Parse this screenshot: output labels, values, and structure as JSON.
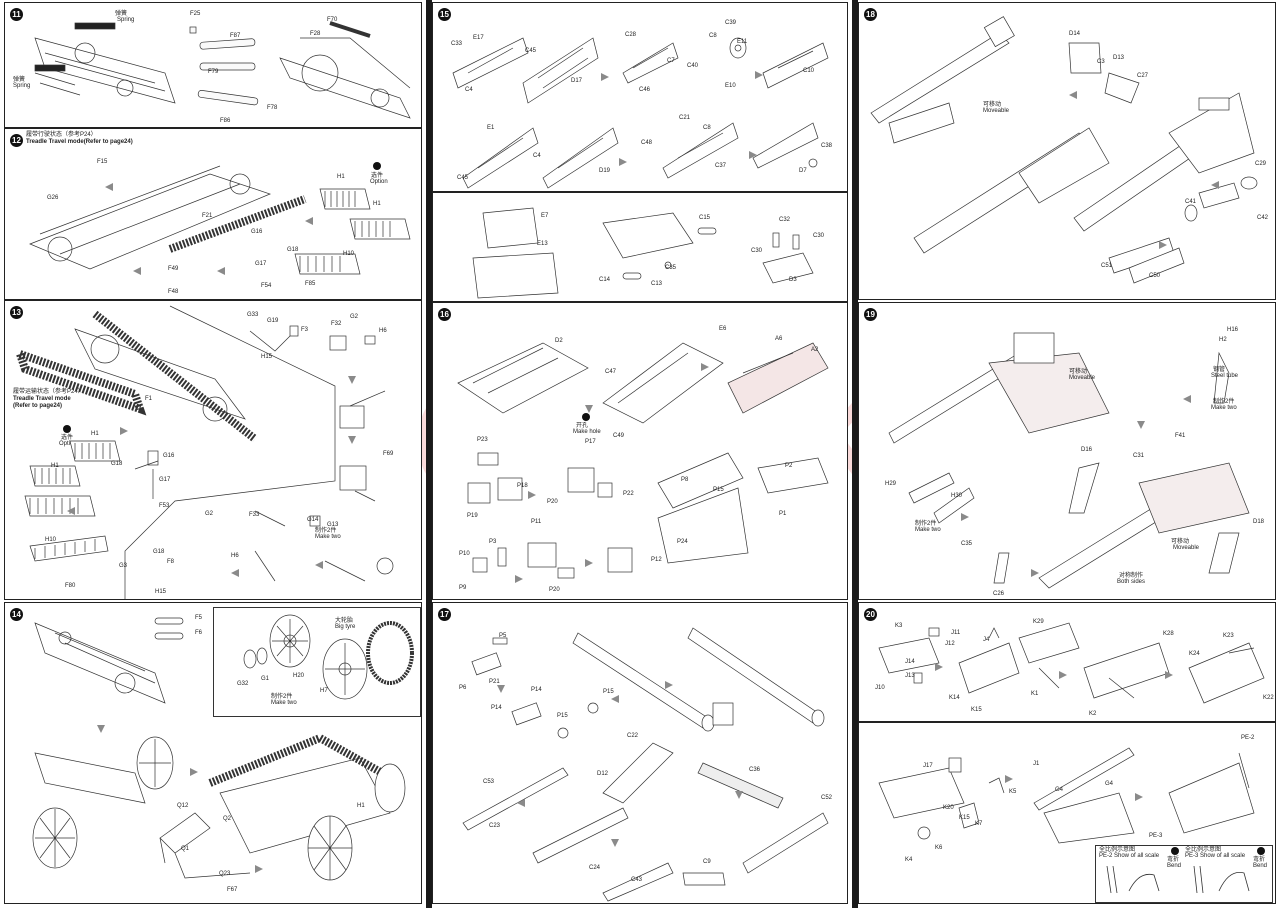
{
  "watermark": "modelarikit.cz",
  "steps": [
    {
      "num": "11",
      "labels": [
        "Spring",
        "Spring",
        "F25",
        "F87",
        "F79",
        "F78",
        "F86",
        "F28",
        "F70"
      ],
      "zh": [
        "弹簧",
        "弹簧"
      ]
    },
    {
      "num": "12",
      "caption_zh": "履带行驶状态（参考P24）",
      "caption": "Treadle Travel mode(Refer to page24)",
      "option": "Option",
      "option_zh": "选件",
      "labels": [
        "F15",
        "G26",
        "F21",
        "G16",
        "G18",
        "G17",
        "F54",
        "F49",
        "F48",
        "H1",
        "H1",
        "H10",
        "F85"
      ]
    },
    {
      "num": "13",
      "caption_zh": "履带运输状态（参考P24）",
      "caption": "Treadle Travel mode",
      "caption2": "(Refer to page24)",
      "option": "Option",
      "option_zh": "选件",
      "labels": [
        "G33",
        "G19",
        "F3",
        "H15",
        "G2",
        "H6",
        "F32",
        "F69",
        "F1",
        "H1",
        "H1",
        "G16",
        "G18",
        "G17",
        "F53",
        "G2",
        "F33",
        "H6",
        "G14",
        "G13",
        "G18",
        "G3",
        "F8",
        "H15",
        "H10",
        "F80"
      ],
      "make_two": "Make two",
      "make_two_zh": "制作2件"
    },
    {
      "num": "14",
      "labels": [
        "F5",
        "F6",
        "G32",
        "G1",
        "H20",
        "H7",
        "Q12",
        "Q2",
        "Q1",
        "Q23",
        "F67",
        "H1"
      ],
      "big_tyre": "Big tyre",
      "big_tyre_zh": "大轮胎",
      "make_two": "Make two",
      "make_two_zh": "制作2件"
    },
    {
      "num": "15",
      "labels": [
        "E17",
        "C33",
        "C4",
        "C45",
        "D17",
        "C28",
        "C7",
        "C46",
        "C8",
        "C39",
        "E11",
        "C40",
        "E10",
        "C10",
        "E1",
        "C4",
        "C45",
        "D19",
        "C21",
        "C8",
        "C48",
        "C37",
        "C38",
        "D7",
        "E7",
        "E13",
        "C15",
        "C14",
        "C35",
        "C13",
        "C32",
        "C30",
        "C30",
        "D3"
      ]
    },
    {
      "num": "16",
      "labels": [
        "D2",
        "C47",
        "C49",
        "E6",
        "A6",
        "A2",
        "P23",
        "P18",
        "P19",
        "P17",
        "P20",
        "P22",
        "P8",
        "P15",
        "P24",
        "P2",
        "P1",
        "P11",
        "P10",
        "P3",
        "P9",
        "P20",
        "P12"
      ],
      "make_hole": "Make hole",
      "make_hole_zh": "开孔"
    },
    {
      "num": "17",
      "labels": [
        "P5",
        "P6",
        "P21",
        "P14",
        "P14",
        "P15",
        "P15",
        "C53",
        "C23",
        "D12",
        "C22",
        "C36",
        "C52",
        "C24",
        "C43",
        "C9"
      ]
    },
    {
      "num": "18",
      "labels": [
        "D14",
        "C3",
        "D13",
        "C27",
        "C29",
        "C41",
        "C42",
        "C51",
        "C50"
      ],
      "moveable": "Moveable",
      "moveable_zh": "可移动"
    },
    {
      "num": "19",
      "labels": [
        "H16",
        "H2",
        "D16",
        "C31",
        "F41",
        "H29",
        "H30",
        "C35",
        "C26",
        "D18"
      ],
      "steel_tube": "Steel tube",
      "steel_tube_zh": "钢管",
      "make_two": "Make two",
      "make_two_zh": "制作2件",
      "moveable": "Moveable",
      "moveable_zh": "可移动",
      "both_sides": "Both sides",
      "both_sides_zh": "对称制作"
    },
    {
      "num": "20",
      "labels": [
        "K3",
        "J11",
        "J12",
        "J4",
        "K29",
        "K28",
        "K23",
        "J14",
        "J13",
        "J10",
        "K14",
        "K15",
        "K1",
        "K2",
        "K24",
        "K22",
        "J1",
        "J17",
        "K5",
        "G4",
        "G4",
        "K20",
        "K15",
        "K7",
        "K4",
        "K6",
        "PE-2",
        "PE-3"
      ],
      "pe2_caption": "PE-2 Show of all scale",
      "pe3_caption": "PE-3 Show of all scale",
      "bend": "Bend",
      "bend_zh": "弯折",
      "pe_zh": "全比例示意图"
    }
  ]
}
